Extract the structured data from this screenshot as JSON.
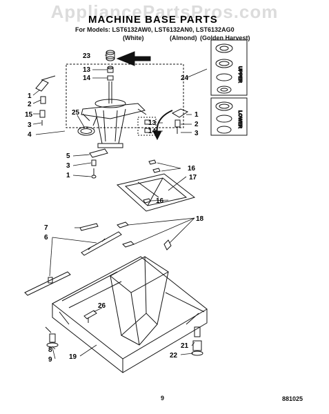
{
  "watermark": "AppliancePartsPros.com",
  "header": {
    "title": "MACHINE BASE PARTS",
    "models_line": "For Models: LST6132AW0,  LST6132AN0,  LST6132AG0",
    "color_white": "(White)",
    "color_almond": "(Almond)",
    "color_golden": "(Golden Harvest)"
  },
  "side_labels": {
    "upper": "UPPER",
    "lower": "LOWER"
  },
  "callouts": [
    "23",
    "13",
    "14",
    "24",
    "1",
    "2",
    "15",
    "3",
    "4",
    "25",
    "1",
    "13",
    "2",
    "14",
    "3",
    "5",
    "3",
    "1",
    "16",
    "17",
    "16",
    "7",
    "18",
    "6",
    "26",
    "8",
    "21",
    "9",
    "19",
    "22"
  ],
  "footer": {
    "page_number": "9",
    "part_code": "881025"
  }
}
